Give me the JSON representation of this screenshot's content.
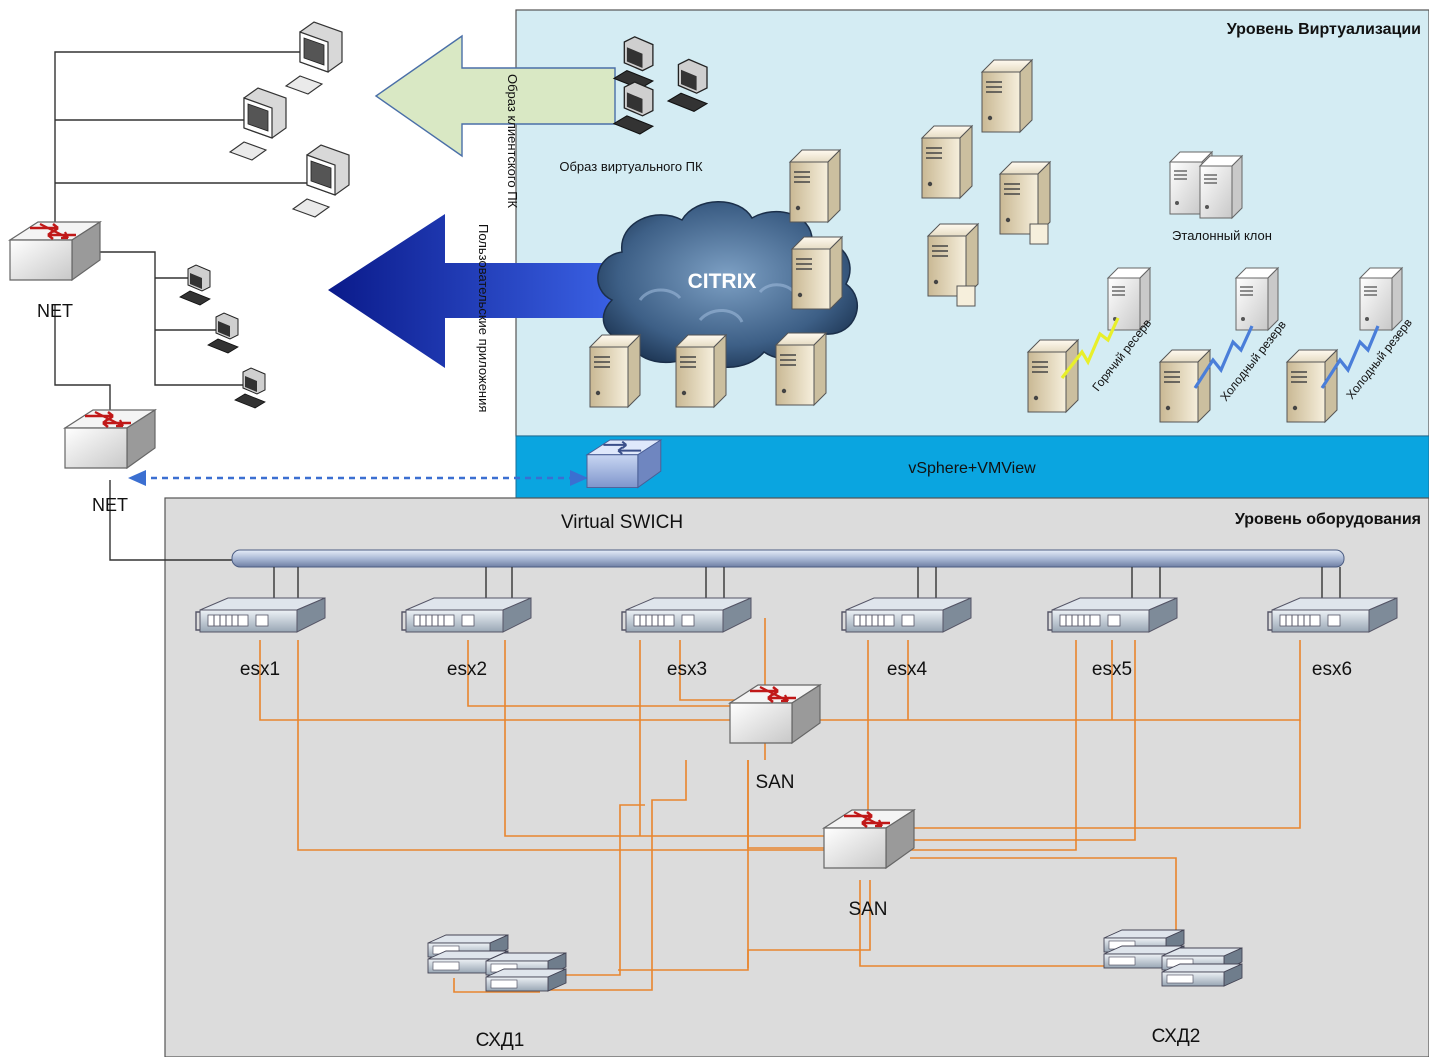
{
  "regions": {
    "virtualization_title": "Уровень Виртуализации",
    "hardware_title": "Уровень оборудования",
    "vsphere_bar": "vSphere+VMView"
  },
  "labels": {
    "net_top": "NET",
    "net_bottom": "NET",
    "virtual_switch": "Virtual SWICH",
    "citrix": "CITRIX",
    "virtual_pc_image": "Образ виртуального ПК",
    "reference_clone": "Эталонный клон",
    "hot_reserve": "Горячий ресерв",
    "cold_reserve_1": "Холодный резерв",
    "cold_reserve_2": "Холодный резерв",
    "arrow_client_image": "Образ клиентского ПК",
    "arrow_user_apps": "Пользовательские приложения",
    "san_1": "SAN",
    "san_2": "SAN",
    "storage_1": "СХД1",
    "storage_2": "СХД2"
  },
  "esx_hosts": [
    "esx1",
    "esx2",
    "esx3",
    "esx4",
    "esx5",
    "esx6"
  ],
  "colors": {
    "virtualization_bg": "#d4ecf3",
    "vsphere_bar": "#0aa5e0",
    "hardware_bg": "#dcdcdc",
    "fc_links": "#e8852e",
    "client_arrow": "#d9e8c4",
    "apps_arrow": "#1a2fb8"
  },
  "icons": [
    "workstation-icon",
    "network-switch-icon",
    "server-tower-icon",
    "rack-server-icon",
    "cloud-icon",
    "storage-array-icon",
    "lightning-link-icon"
  ]
}
